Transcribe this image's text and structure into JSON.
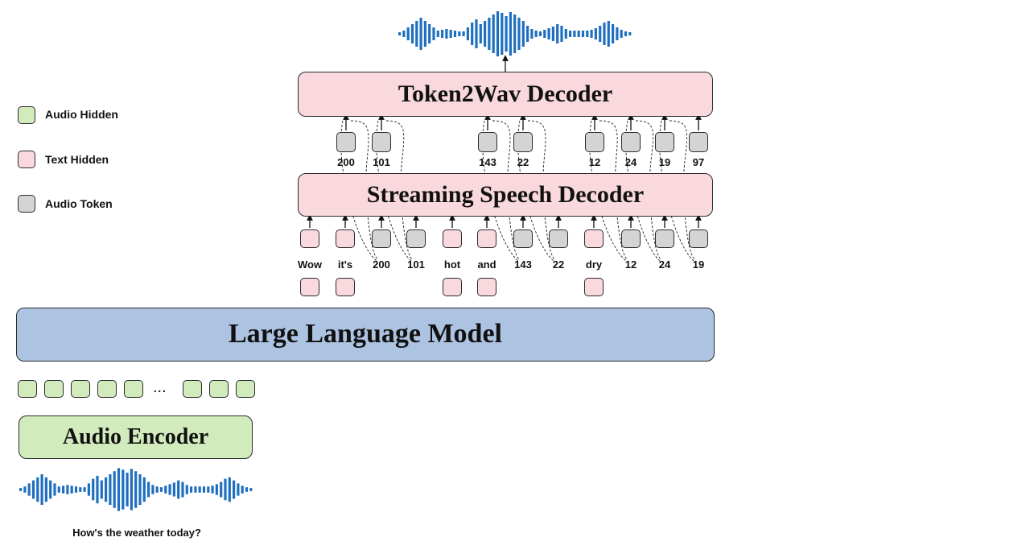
{
  "legend": {
    "audio_hidden": "Audio Hidden",
    "text_hidden": "Text Hidden",
    "audio_token": "Audio Token"
  },
  "colors": {
    "audio_hidden": "#d2ebbd",
    "text_hidden": "#f9d9de",
    "audio_token": "#d4d4d4",
    "llm": "#adc3e2",
    "waveform": "#1f6fbf"
  },
  "blocks": {
    "token2wav": "Token2Wav Decoder",
    "streaming": "Streaming Speech Decoder",
    "llm": "Large Language Model",
    "encoder": "Audio Encoder"
  },
  "decoder_outputs": [
    "200",
    "101",
    "143",
    "22",
    "12",
    "24",
    "19",
    "97"
  ],
  "streaming_inputs": [
    "Wow",
    "it's",
    "200",
    "101",
    "hot",
    "and",
    "143",
    "22",
    "dry",
    "12",
    "24",
    "19"
  ],
  "ellipsis": "...",
  "input_caption": "How's the weather today?"
}
